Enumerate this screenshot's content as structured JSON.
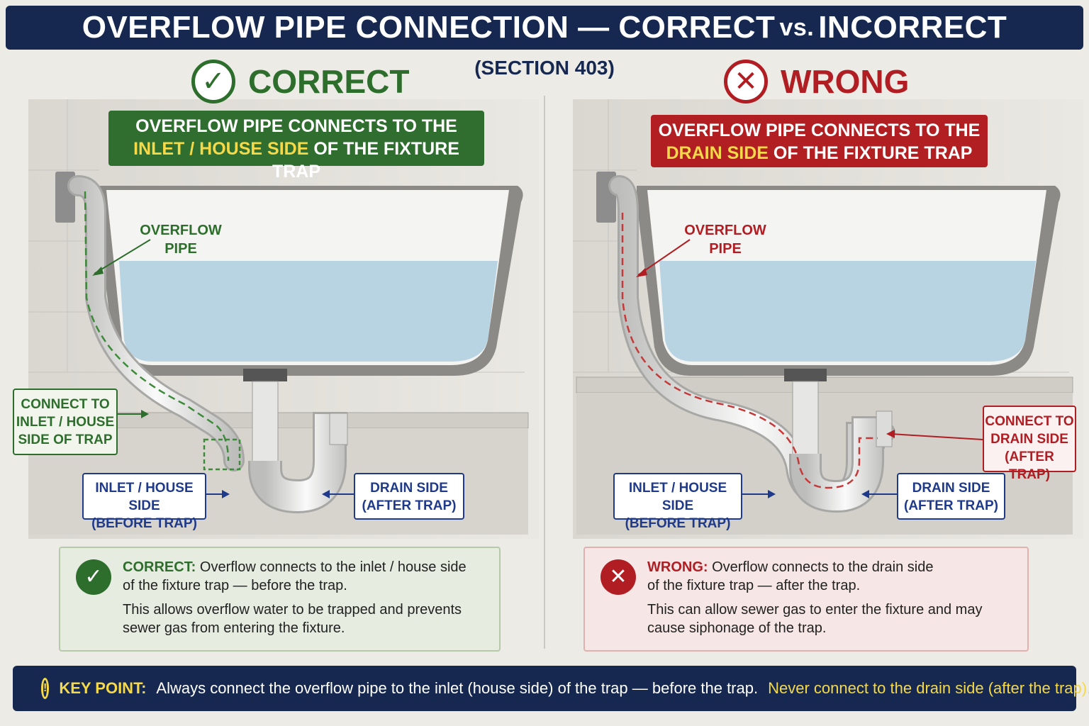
{
  "title": {
    "main": "OVERFLOW PIPE CONNECTION — CORRECT",
    "vs": "vs.",
    "end": "INCORRECT",
    "section": "(SECTION 403)"
  },
  "colors": {
    "navy": "#16284f",
    "correct_green": "#2e6e2c",
    "wrong_red": "#b01e24",
    "highlight_yellow": "#f5d949",
    "water": "#b8d4e2"
  },
  "correct": {
    "verdict": "CORRECT",
    "icon": "check-icon",
    "banner_line1": "OVERFLOW PIPE CONNECTS TO THE",
    "banner_highlight": "INLET / HOUSE SIDE",
    "banner_rest": "OF THE FIXTURE TRAP",
    "overflow_label_1": "OVERFLOW",
    "overflow_label_2": "PIPE",
    "connect_1": "CONNECT TO",
    "connect_2": "INLET / HOUSE",
    "connect_3": "SIDE OF TRAP",
    "inlet_1": "INLET / HOUSE SIDE",
    "inlet_2": "(BEFORE TRAP)",
    "drain_1": "DRAIN SIDE",
    "drain_2": "(AFTER TRAP)",
    "note_lead": "CORRECT:",
    "note_line1": "Overflow connects to the inlet / house side",
    "note_line2": "of the fixture trap — before the trap.",
    "note_line3": "This allows overflow water to be trapped and prevents",
    "note_line4": "sewer gas from entering the fixture."
  },
  "wrong": {
    "verdict": "WRONG",
    "icon": "x-icon",
    "banner_line1": "OVERFLOW PIPE CONNECTS TO THE",
    "banner_highlight": "DRAIN SIDE",
    "banner_rest": "OF THE FIXTURE TRAP",
    "overflow_label_1": "OVERFLOW",
    "overflow_label_2": "PIPE",
    "connect_1": "CONNECT TO",
    "connect_2": "DRAIN SIDE",
    "connect_3": "(AFTER TRAP)",
    "inlet_1": "INLET / HOUSE SIDE",
    "inlet_2": "(BEFORE TRAP)",
    "drain_1": "DRAIN SIDE",
    "drain_2": "(AFTER TRAP)",
    "note_lead": "WRONG:",
    "note_line1": "Overflow connects to the drain side",
    "note_line2": "of the fixture trap — after the trap.",
    "note_line3": "This can allow sewer gas to enter the fixture and may",
    "note_line4": "cause siphonage of the trap."
  },
  "key_point": {
    "icon": "lightbulb-icon",
    "lead": "KEY POINT:",
    "text": "Always connect the overflow pipe to the inlet (house side) of the trap — before the trap.",
    "warn": "Never connect to the drain side (after the trap)."
  }
}
